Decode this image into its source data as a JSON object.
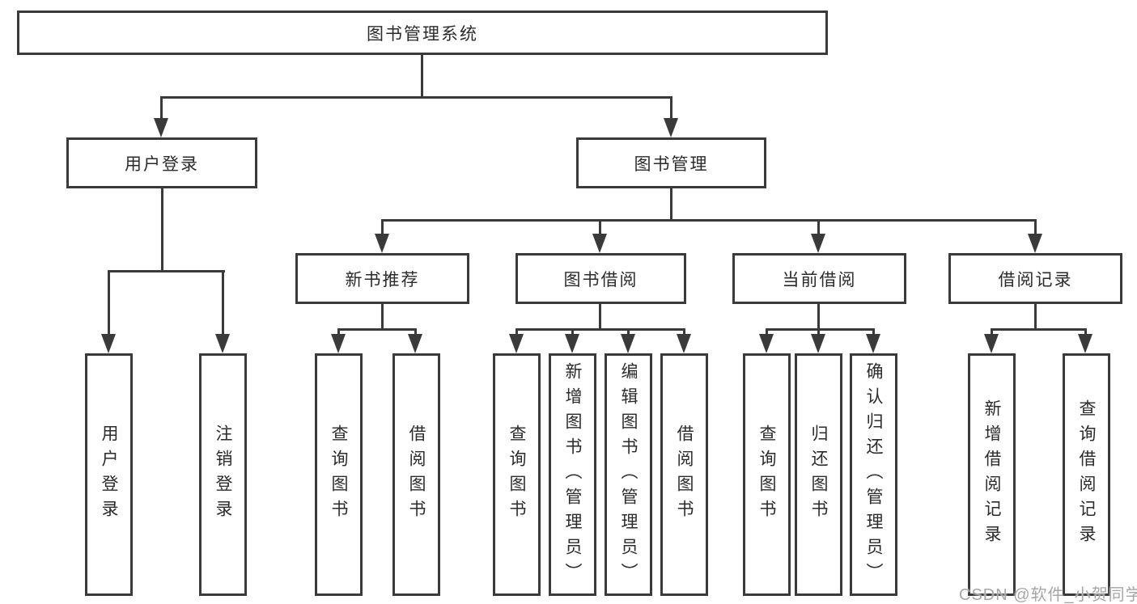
{
  "tree": {
    "root": {
      "label": "图书管理系统"
    },
    "level2": [
      {
        "label": "用户登录",
        "children": [
          {
            "label": "用户登录"
          },
          {
            "label": "注销登录"
          }
        ]
      },
      {
        "label": "图书管理",
        "children": [
          {
            "label": "新书推荐",
            "children": [
              {
                "label": "查询图书"
              },
              {
                "label": "借阅图书"
              }
            ]
          },
          {
            "label": "图书借阅",
            "children": [
              {
                "label": "查询图书"
              },
              {
                "label": "新增图书（管理员）"
              },
              {
                "label": "编辑图书（管理员）"
              },
              {
                "label": "借阅图书"
              }
            ]
          },
          {
            "label": "当前借阅",
            "children": [
              {
                "label": "查询图书"
              },
              {
                "label": "归还图书"
              },
              {
                "label": "确认归还（管理员）"
              }
            ]
          },
          {
            "label": "借阅记录",
            "children": [
              {
                "label": "新增借阅记录"
              },
              {
                "label": "查询借阅记录"
              }
            ]
          }
        ]
      }
    ]
  },
  "watermark": {
    "text": "CSDN @软件_小贺同学"
  },
  "colors": {
    "line": "#3a3a3a",
    "background": "#ffffff",
    "text": "#2b2b2b",
    "watermark": "#a6a6a6"
  }
}
